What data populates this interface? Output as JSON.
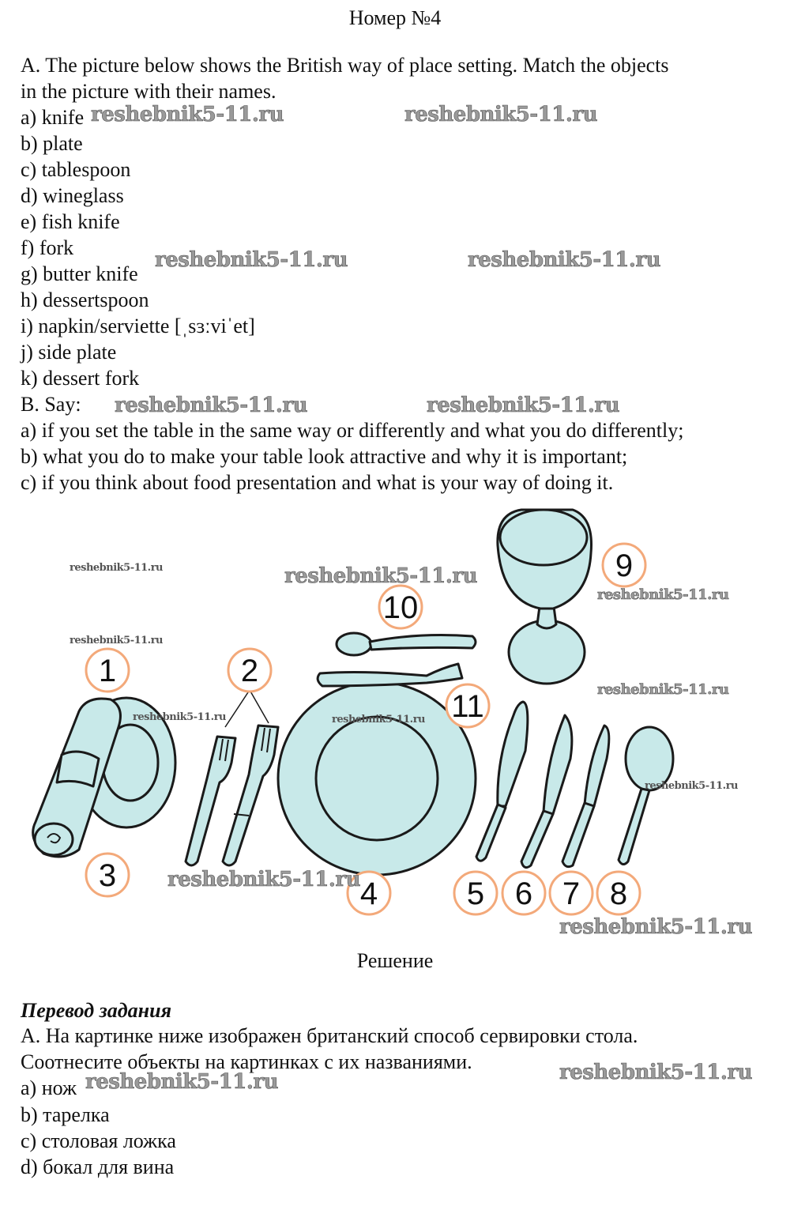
{
  "title": "Номер №4",
  "task_a": {
    "intro_1": "A. The picture below shows the British way of place setting. Match the objects",
    "intro_2": "in the picture with their names.",
    "items": [
      "a) knife",
      "b) plate",
      "c) tablespoon",
      "d) wineglass",
      "e) fish knife",
      "f) fork",
      "g) butter knife",
      "h) dessertspoon",
      "i) napkin/serviette [ˌsɜːviˈet]",
      "j) side plate",
      "k) dessert fork"
    ]
  },
  "task_b": {
    "intro": "B. Say:",
    "items": [
      "a) if you set the table in the same way or differently and what you do differently;",
      "b) what you do to make your table look attractive and why it is important;",
      "c) if you think about food presentation and what is your way of doing it."
    ]
  },
  "picture": {
    "labels": [
      "1",
      "2",
      "3",
      "4",
      "5",
      "6",
      "7",
      "8",
      "9",
      "10",
      "11"
    ],
    "fill_color": "#c8e9e9",
    "label_ring_color": "#f3a97a"
  },
  "solution_heading": "Решение",
  "translation": {
    "heading": "Перевод задания",
    "intro_1": "A. На картинке ниже изображен британский способ сервировки стола.",
    "intro_2": "Соотнесите объекты на картинках с их названиями.",
    "items": [
      "a) нож",
      "b) тарелка",
      "c) столовая ложка",
      "d) бокал для вина"
    ]
  },
  "watermark": "reshebnik5-11.ru"
}
